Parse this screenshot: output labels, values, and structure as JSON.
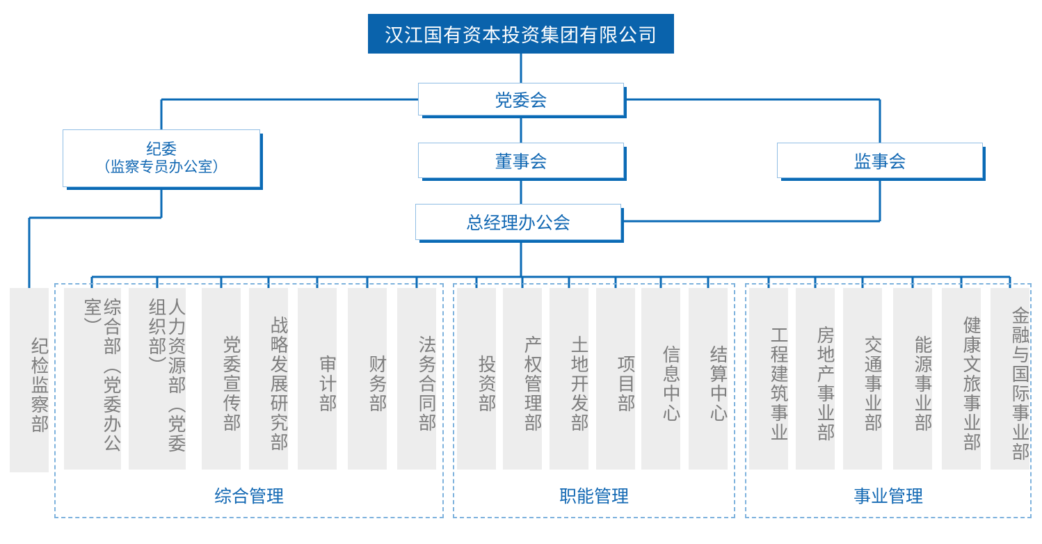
{
  "colors": {
    "brand_blue": "#0a63ac",
    "line_blue": "#0a6ab5",
    "text_blue": "#1268b3",
    "dashed_blue": "#7eb2dd",
    "chip_bg": "#ededed",
    "chip_text": "#7d7d7d"
  },
  "chart": {
    "type": "org-chart",
    "root": {
      "label": "汉江国有资本投资集团有限公司"
    },
    "level2": [
      {
        "key": "party",
        "label": "党委会"
      },
      {
        "key": "discipline",
        "line1": "纪委",
        "line2": "（监察专员办公室）"
      },
      {
        "key": "board",
        "label": "董事会"
      },
      {
        "key": "supervisory",
        "label": "监事会"
      },
      {
        "key": "gm",
        "label": "总经理办公会"
      }
    ],
    "standalone": [
      {
        "key": "discipline-inspection",
        "label": "纪检监察部"
      }
    ],
    "groups": [
      {
        "key": "comprehensive",
        "label": "综合管理",
        "departments": [
          "综合部（党委办公室）",
          "人力资源部（党委组织部）",
          "党委宣传部",
          "战略发展研究部",
          "审计部",
          "财务部",
          "法务合同部"
        ]
      },
      {
        "key": "functional",
        "label": "职能管理",
        "departments": [
          "投资部",
          "产权管理部",
          "土地开发部",
          "项目部",
          "信息中心",
          "结算中心"
        ]
      },
      {
        "key": "business",
        "label": "事业管理",
        "departments": [
          "工程建筑事业",
          "房地产事业部",
          "交通事业部",
          "能源事业部",
          "健康文旅事业部",
          "金融与国际事业部"
        ]
      }
    ]
  }
}
